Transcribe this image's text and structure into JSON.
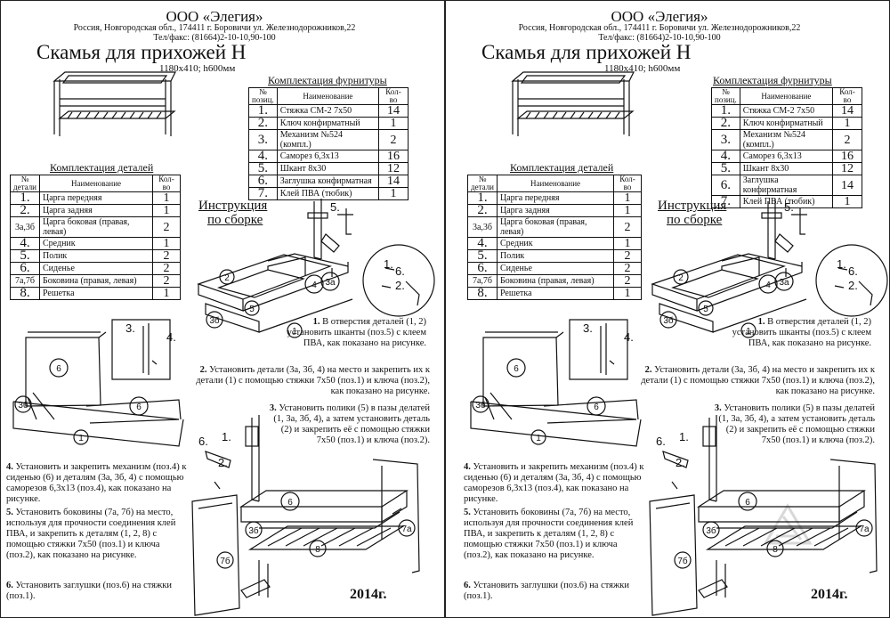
{
  "header": {
    "company": "ООО «Элегия»",
    "address": "Россия, Новгородская обл., 174411 г. Боровичи ул. Железнодорожников,22",
    "phone": "Тел/факс: (81664)2-10-10,90-100",
    "title": "Скамья для прихожей Н",
    "dimensions": "1180х410; h600мм"
  },
  "fittings": {
    "caption": "Комплектация фурнитуры",
    "col_pos": "№ позиц.",
    "col_name": "Наименование",
    "col_qty": "Кол-во",
    "rows": [
      {
        "n": "1.",
        "name": "Стяжка СМ-2 7х50",
        "qty": "14"
      },
      {
        "n": "2.",
        "name": "Ключ конфирматный",
        "qty": "1"
      },
      {
        "n": "3.",
        "name": "Механизм №524 (компл.)",
        "qty": "2"
      },
      {
        "n": "4.",
        "name": "Саморез 6,3х13",
        "qty": "16"
      },
      {
        "n": "5.",
        "name": "Шкант 8х30",
        "qty": "12"
      },
      {
        "n": "6.",
        "name": "Заглушка конфирматная",
        "qty": "14"
      },
      {
        "n": "7.",
        "name": "Клей ПВА (тюбик)",
        "qty": "1"
      }
    ]
  },
  "parts": {
    "caption": "Комплектация деталей",
    "col_pos": "№ детали",
    "col_name": "Наименование",
    "col_qty": "Кол-во",
    "rows": [
      {
        "n": "1.",
        "name": "Царга передняя",
        "qty": "1"
      },
      {
        "n": "2.",
        "name": "Царга задняя",
        "qty": "1"
      },
      {
        "n": "3а,3б",
        "name": "Царга боковая (правая, левая)",
        "qty": "2"
      },
      {
        "n": "4.",
        "name": "Средник",
        "qty": "1"
      },
      {
        "n": "5.",
        "name": "Полик",
        "qty": "2"
      },
      {
        "n": "6.",
        "name": "Сиденье",
        "qty": "2"
      },
      {
        "n": "7а,7б",
        "name": "Боковина (правая, левая)",
        "qty": "2"
      },
      {
        "n": "8.",
        "name": "Решетка",
        "qty": "1"
      }
    ]
  },
  "instructions": {
    "title_line1": "Инструкция",
    "title_line2": "по сборке",
    "step1_num": "1.",
    "step1_text": "В отверстия деталей (1, 2) установить шканты (поз.5) с клеем ПВА, как показано на рисунке.",
    "step2_num": "2.",
    "step2_text": "Установить детали (3а, 3б, 4) на место и закрепить их к детали (1) с помощью стяжки 7х50 (поз.1) и ключа (поз.2), как показано на рисунке.",
    "step3_num": "3.",
    "step3_text": "Установить полики (5) в пазы делатей (1, 3а, 3б, 4), а затем установить деталь (2) и закрепить её с помощью стяжки 7х50 (поз.1) и ключа (поз.2).",
    "step4_num": "4.",
    "step4_text": "Установить и закрепить механизм (поз.4) к сиденью (6) и деталям (3а, 3б, 4) с помощью саморезов 6,3х13 (поз.4), как показано на рисунке.",
    "step5_num": "5.",
    "step5_text": "Установить боковины (7а, 7б) на место, используя для прочности соединения клей ПВА, и закрепить к деталям (1, 2, 8) с помощью стяжки 7х50 (поз.1) и ключа (поз.2), как показано на рисунке.",
    "step6_num": "6.",
    "step6_text": "Установить заглушки (поз.6) на стяжки (поз.1)."
  },
  "labels": {
    "c1": "1",
    "c2": "2",
    "c3a": "3а",
    "c3b": "3б",
    "c4": "4",
    "c5": "5",
    "c6": "6",
    "c7a": "7а",
    "c7b": "7б",
    "c8": "8",
    "p1": "1.",
    "p2": "2.",
    "p3": "3.",
    "p4": "4.",
    "p5": "5.",
    "p6": "6."
  },
  "footer": {
    "year": "2014г."
  }
}
